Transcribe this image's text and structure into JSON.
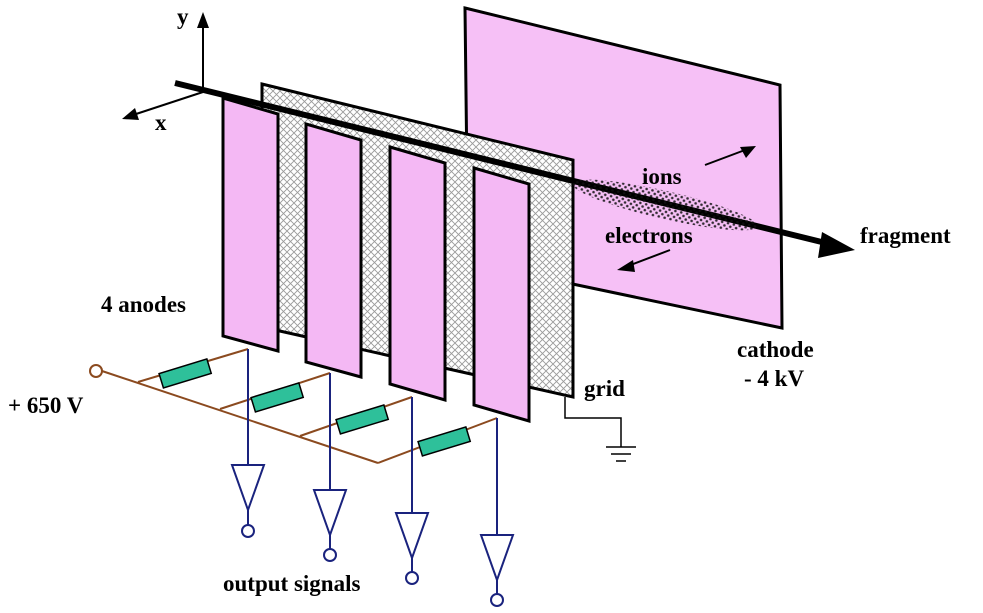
{
  "labels": {
    "axis_y": "y",
    "axis_x": "x",
    "ions": "ions",
    "electrons": "electrons",
    "fragment": "fragment",
    "anodes": "4 anodes",
    "voltage": "+ 650 V",
    "cathode": "cathode",
    "cathode_voltage": "- 4 kV",
    "grid": "grid",
    "output": "output signals"
  },
  "colors": {
    "plate_fill": "#f4b8f4",
    "cathode_fill": "#f6c0f6",
    "resistor_fill": "#2ec09a",
    "bias_wire": "#8b4a1f",
    "signal_wire": "#1a237e",
    "outline": "#000000"
  }
}
